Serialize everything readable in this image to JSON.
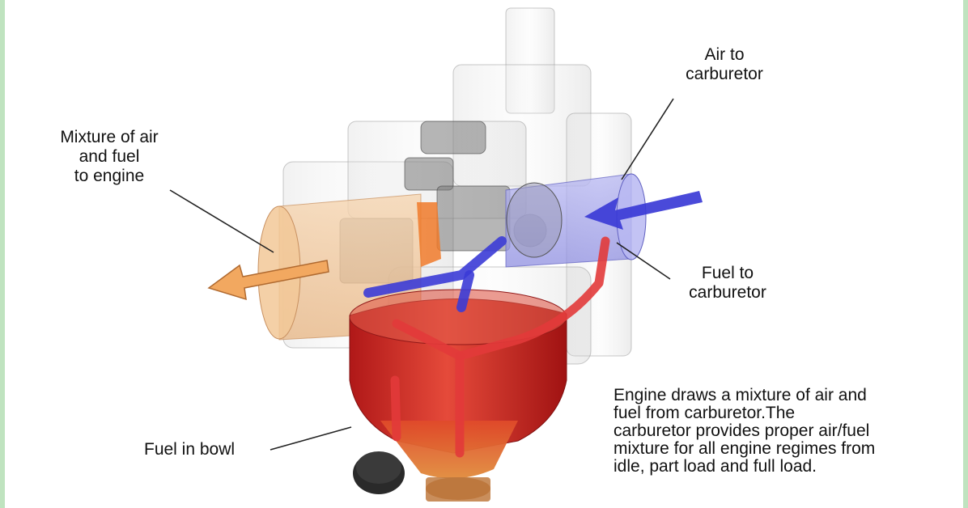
{
  "labels": {
    "air_in": "Air to\ncarburetor",
    "mixture_out": "Mixture of air\nand fuel\nto engine",
    "fuel_in": "Fuel to\ncarburetor",
    "bowl": "Fuel in bowl"
  },
  "description": "Engine draws a mixture of air and\nfuel from carburetor.The\ncarburetor provides proper air/fuel\nmixture for all engine regimes from\nidle, part load and full load.",
  "colors": {
    "air": "#3b3bd6",
    "mixture": "#f2a860",
    "fuel": "#e02a2a",
    "frame": "#bfe3bf"
  }
}
